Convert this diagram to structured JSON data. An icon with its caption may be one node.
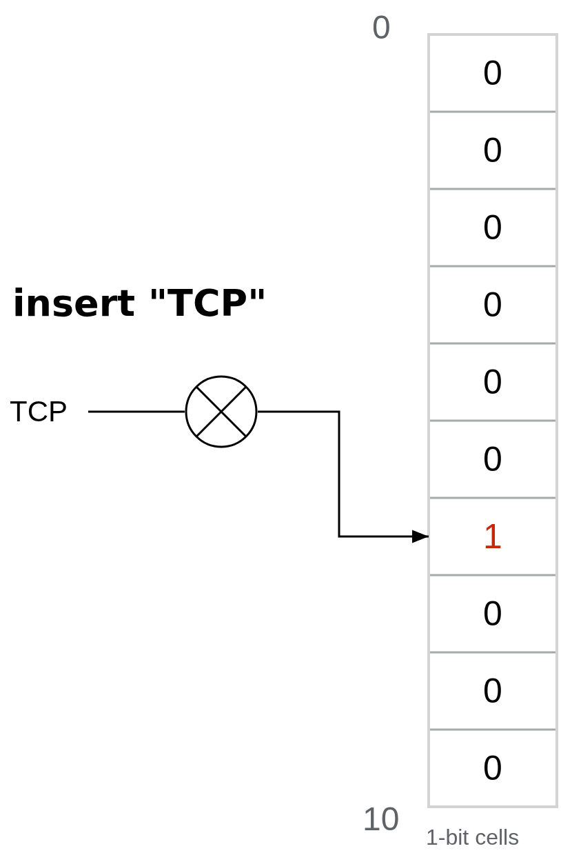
{
  "diagram": {
    "title": "insert \"TCP\"",
    "nodes": [
      {
        "text": [
          "TCP"
        ]
      },
      {
        "text": [],
        "shape": "circle"
      },
      {
        "text": [
          "0"
        ]
      },
      {
        "text": [
          "0"
        ]
      },
      {
        "text": [
          "0"
        ]
      },
      {
        "text": [
          "0"
        ]
      },
      {
        "text": [
          "0"
        ]
      },
      {
        "text": [
          "0"
        ]
      },
      {
        "text": [
          "1"
        ]
      },
      {
        "text": [
          "0"
        ]
      },
      {
        "text": [
          "0"
        ]
      },
      {
        "text": [
          "0"
        ]
      }
    ],
    "edges": [
      {
        "from": 0,
        "to": 1,
        "arrow": "none"
      },
      {
        "from": 1,
        "to": 8,
        "arrow": "to"
      }
    ],
    "labels": [
      "0",
      "10",
      "1-bit cells"
    ]
  }
}
